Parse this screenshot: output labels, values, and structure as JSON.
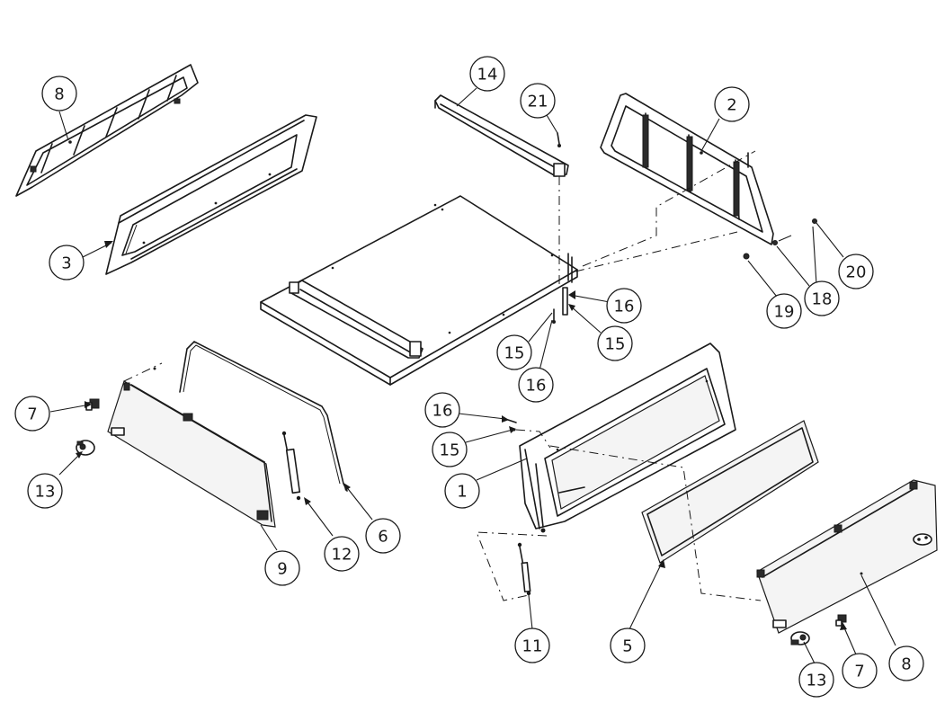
{
  "callouts": [
    "8",
    "3",
    "14",
    "21",
    "2",
    "20",
    "18",
    "19",
    "16",
    "15",
    "15",
    "16",
    "7",
    "13",
    "9",
    "12",
    "6",
    "16",
    "15",
    "1",
    "11",
    "5",
    "13",
    "7",
    "8"
  ]
}
